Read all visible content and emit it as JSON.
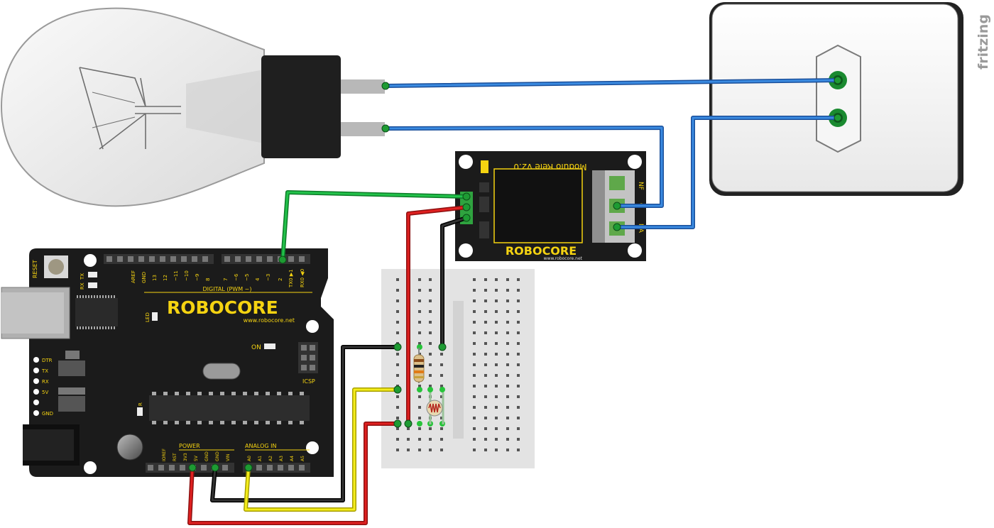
{
  "watermark": "fritzing",
  "arduino": {
    "reset": "RESET",
    "aref": "AREF",
    "gnd": "GND",
    "digital_pins": [
      "13",
      "12",
      "~11",
      "~10",
      "~9",
      "8",
      "7",
      "~6",
      "~5",
      "4",
      "~3",
      "2",
      "TX0 ▶1",
      "RX0 ◀0"
    ],
    "digital_label": "DIGITAL (PWM ~)",
    "tx": "TX",
    "rx": "RX",
    "led": "LED",
    "brand": "ROBOCORE",
    "brand_url": "www.robocore.net",
    "on": "ON",
    "icsp": "ICSP",
    "left_leds": [
      "DTR",
      "TX",
      "RX",
      "5V",
      "",
      "GND"
    ],
    "r_label": "R",
    "power_label": "POWER",
    "power_pins": [
      "IOREF",
      "RST",
      "3V3",
      "5V",
      "GND",
      "GND",
      "VIN"
    ],
    "analog_label": "ANALOG IN",
    "analog_pins": [
      "A0",
      "A1",
      "A2",
      "A3",
      "A4",
      "A5"
    ]
  },
  "relay": {
    "title": "Modulo Rele v2.0",
    "nf": "NF",
    "na": "NA",
    "c": "C",
    "brand": "ROBOCORE",
    "brand_url": "www.robocore.net"
  },
  "colors": {
    "wire_blue": "#2f7fd6",
    "wire_green": "#13b13b",
    "wire_red": "#d11a1a",
    "wire_black": "#222222",
    "wire_yellow": "#f2ea16",
    "board": "#1b1b1b",
    "silk_yellow": "#f5d311",
    "breadboard": "#e5e5e5"
  }
}
